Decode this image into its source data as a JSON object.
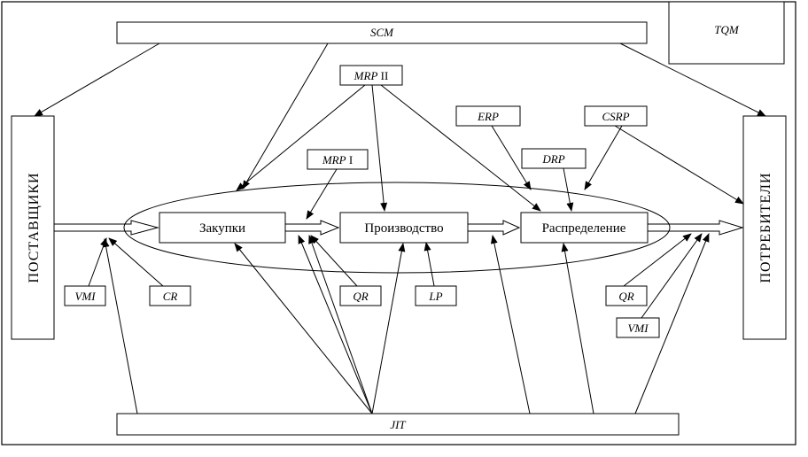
{
  "labels": {
    "scm": "SCM",
    "tqm": "TQM",
    "jit": "JIT",
    "mrp2_abbr": "MRP",
    "mrp2_roman": " II",
    "mrp1_abbr": "MRP",
    "mrp1_roman": " I",
    "erp": "ERP",
    "csrp": "CSRP",
    "drp": "DRP",
    "vmi_left": "VMI",
    "cr": "CR",
    "qr_mid": "QR",
    "lp": "LP",
    "qr_right": "QR",
    "vmi_right": "VMI",
    "zakupki": "Закупки",
    "proizvodstvo": "Производство",
    "raspredelenie": "Распределение",
    "suppliers": "ПОСТАВЩИКИ",
    "consumers": "ПОТРЕБИТЕЛИ"
  }
}
